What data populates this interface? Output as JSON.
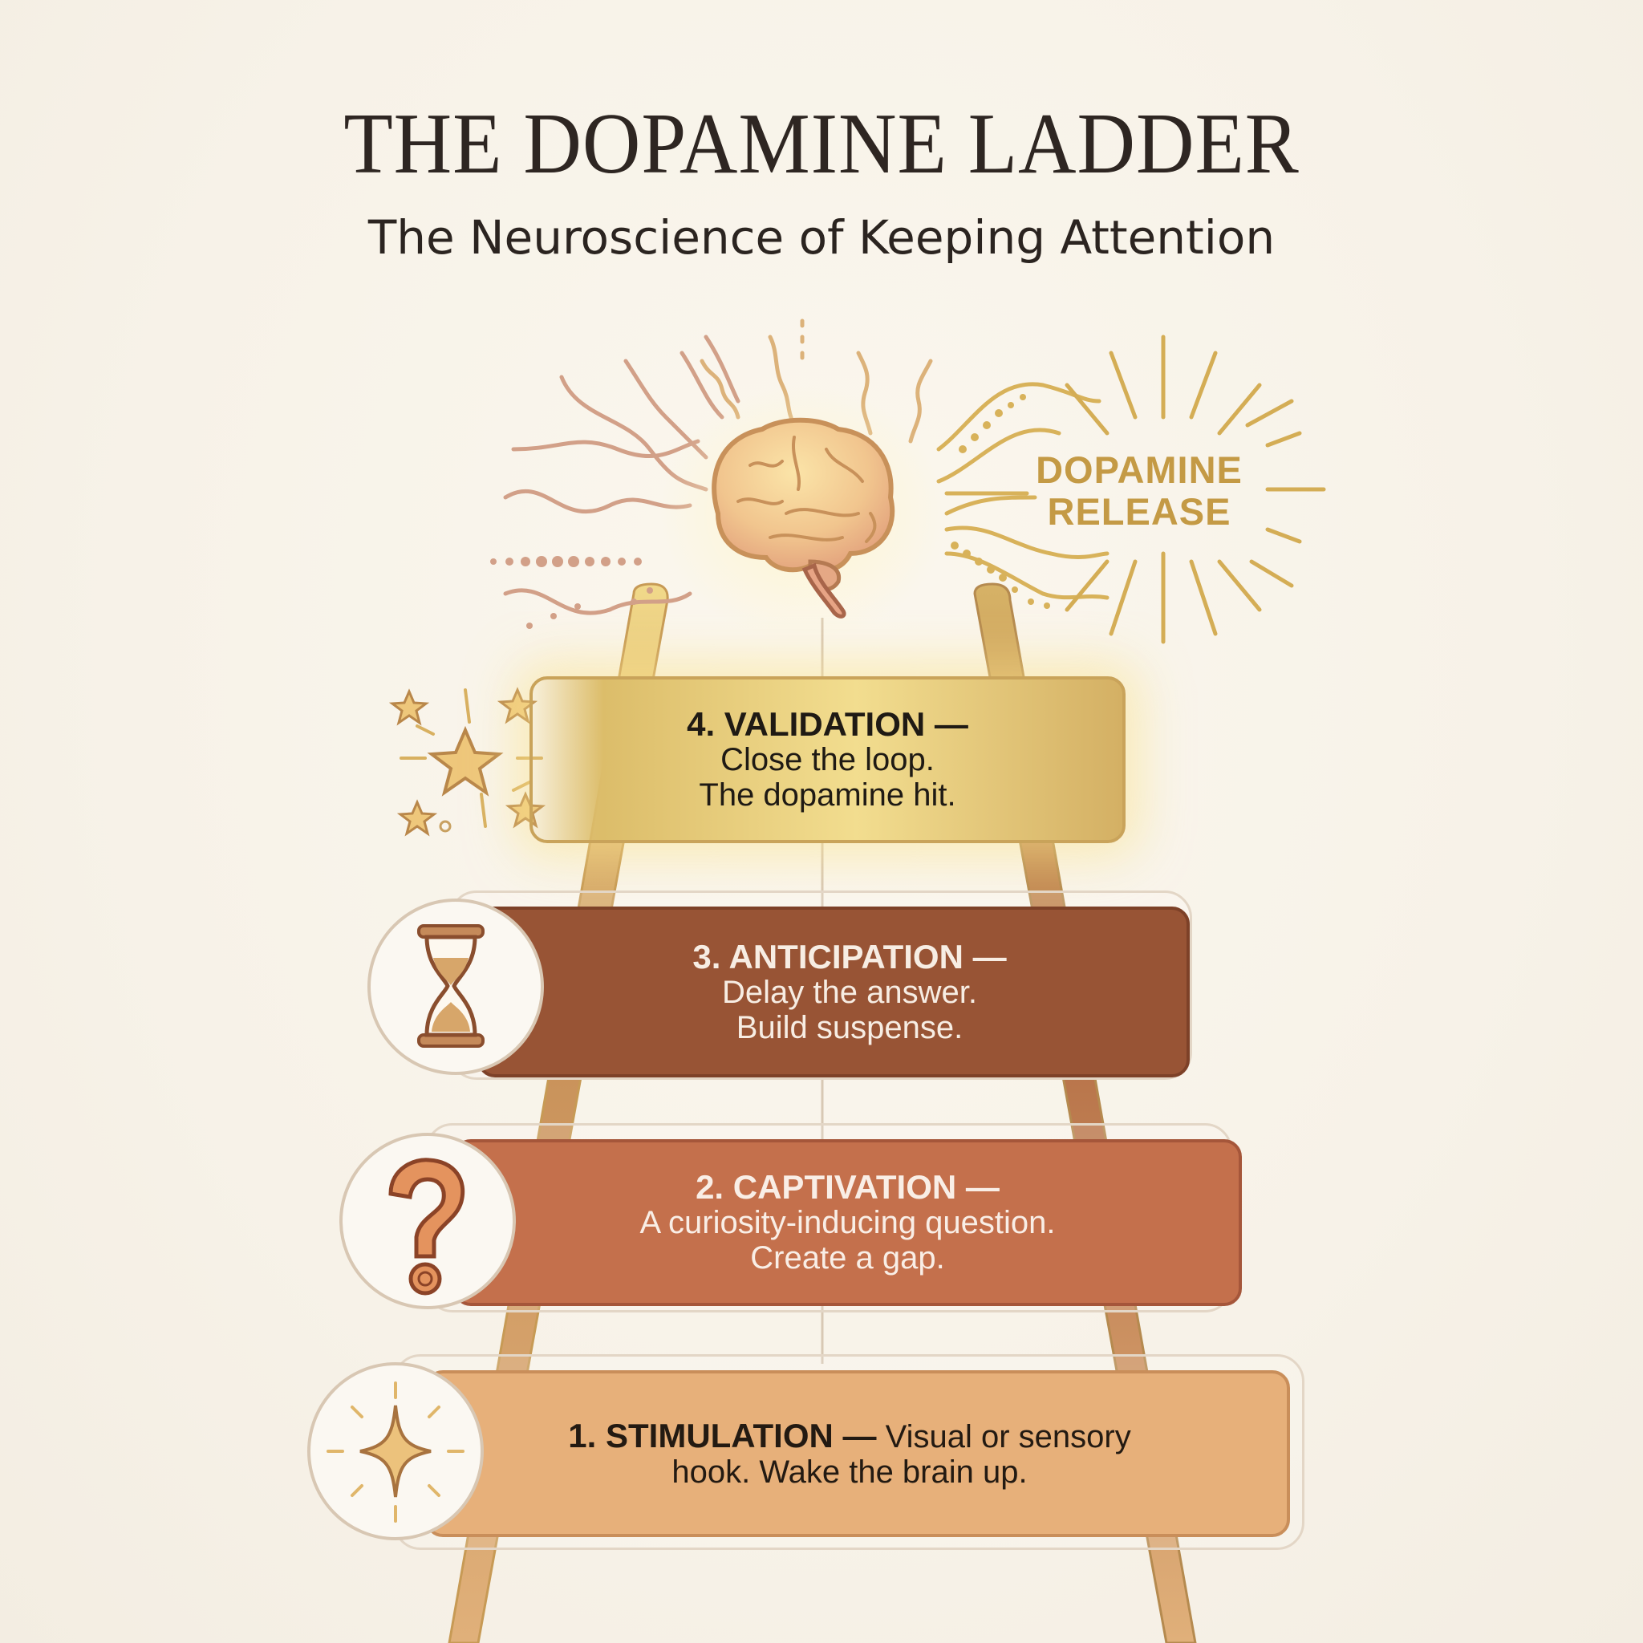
{
  "header": {
    "title": "THE DOPAMINE LADDER",
    "subtitle": "The Neuroscience of Keeping Attention"
  },
  "top_graphic": {
    "icon": "brain-icon",
    "label_line1": "DOPAMINE",
    "label_line2": "RELEASE",
    "label_color": "#c49a45"
  },
  "steps": [
    {
      "number": "4",
      "heading": "4. VALIDATION —",
      "line1": "Close the loop.",
      "line2": "The dopamine hit.",
      "icon": "shooting-stars-icon",
      "color": "#e4c56a",
      "text_color": "#1f1a14"
    },
    {
      "number": "3",
      "heading": "3. ANTICIPATION —",
      "line1": "Delay the answer.",
      "line2": "Build suspense.",
      "icon": "hourglass-icon",
      "color": "#985435",
      "text_color": "#f7ede3"
    },
    {
      "number": "2",
      "heading": "2. CAPTIVATION —",
      "line1": "A curiosity-inducing question.",
      "line2": "Create a gap.",
      "icon": "question-mark-icon",
      "color": "#c4704c",
      "text_color": "#f9eee6"
    },
    {
      "number": "1",
      "heading": "1. STIMULATION —",
      "line1": " Visual or sensory",
      "line2": "hook. Wake the brain up.",
      "icon": "sparkle-icon",
      "color": "#e7b07a",
      "text_color": "#231a12"
    }
  ],
  "colors": {
    "background": "#f7f2e8",
    "gold": "#d9b45a",
    "rail_gold": "#d2a85a",
    "rail_brown": "#b9794a"
  }
}
